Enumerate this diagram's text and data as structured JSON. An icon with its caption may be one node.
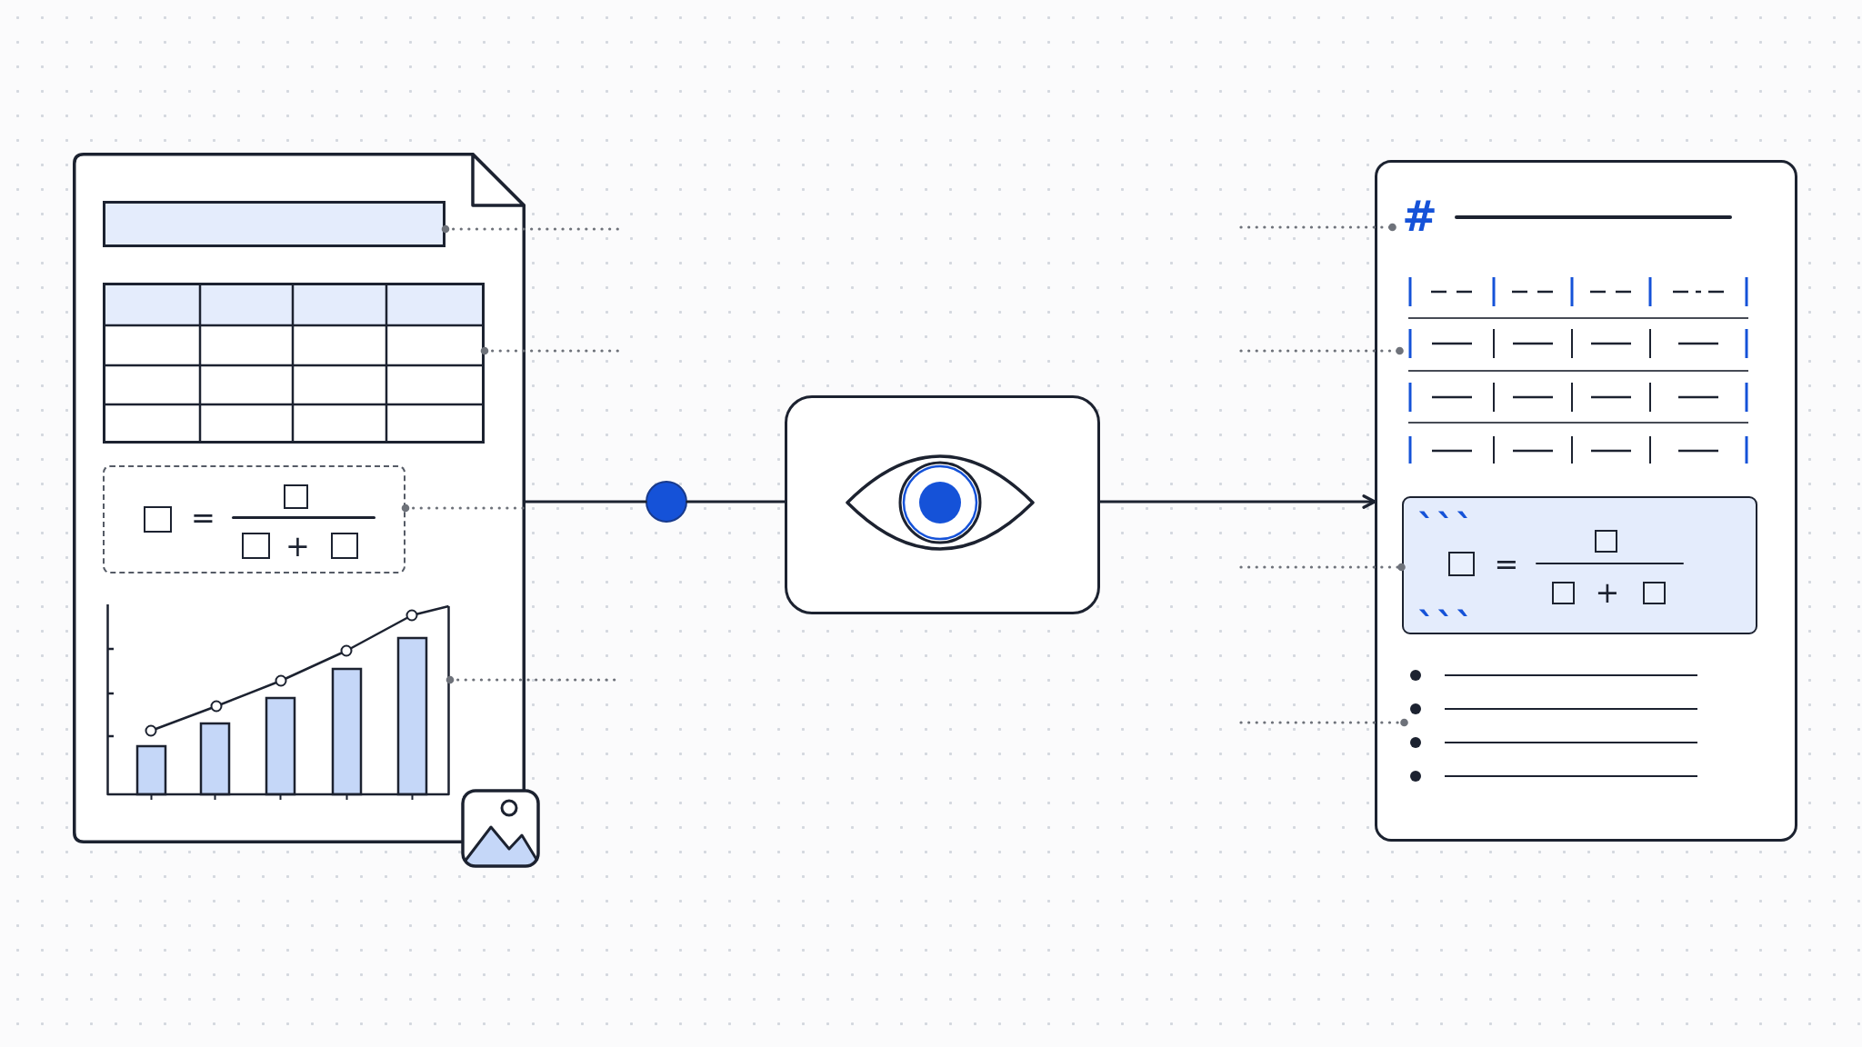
{
  "diagram": {
    "nodes": [
      {
        "text": [],
        "shape": "document"
      },
      {
        "text": [],
        "shape": "bar",
        "in": 0
      },
      {
        "text": [],
        "shape": "table",
        "in": 0
      },
      {
        "text": [
          "=",
          "+"
        ],
        "in": 0
      },
      {
        "text": [],
        "shape": "chart",
        "in": 0
      },
      {
        "text": [],
        "shape": "circle"
      },
      {
        "text": [],
        "shape": "box"
      },
      {
        "text": [],
        "shape": "box"
      },
      {
        "text": [
          "#"
        ],
        "in": 7
      },
      {
        "text": [],
        "shape": "table",
        "in": 7
      },
      {
        "text": [
          "```",
          "=",
          "+",
          "```"
        ],
        "in": 7
      },
      {
        "text": [],
        "shape": "list",
        "in": 7
      }
    ],
    "edges": [
      {
        "from": 1,
        "to": null,
        "arrow": "other",
        "style": "dashed"
      },
      {
        "from": 2,
        "to": null,
        "arrow": "other",
        "style": "dashed"
      },
      {
        "from": 3,
        "to": null,
        "arrow": "other",
        "style": "dashed"
      },
      {
        "from": 4,
        "to": null,
        "arrow": "other",
        "style": "dashed"
      },
      {
        "from": 0,
        "to": 5,
        "arrow": "none",
        "color": "#1c2230"
      },
      {
        "from": 5,
        "to": 6,
        "arrow": "none",
        "color": "#1c2230"
      },
      {
        "from": 6,
        "to": 7,
        "arrow": "to",
        "color": "#1c2230"
      },
      {
        "from": null,
        "to": 8,
        "arrow": "other",
        "style": "dashed"
      },
      {
        "from": null,
        "to": 9,
        "arrow": "other",
        "style": "dashed"
      },
      {
        "from": null,
        "to": 10,
        "arrow": "other",
        "style": "dashed"
      },
      {
        "from": null,
        "to": 11,
        "arrow": "other",
        "style": "dashed"
      }
    ]
  }
}
